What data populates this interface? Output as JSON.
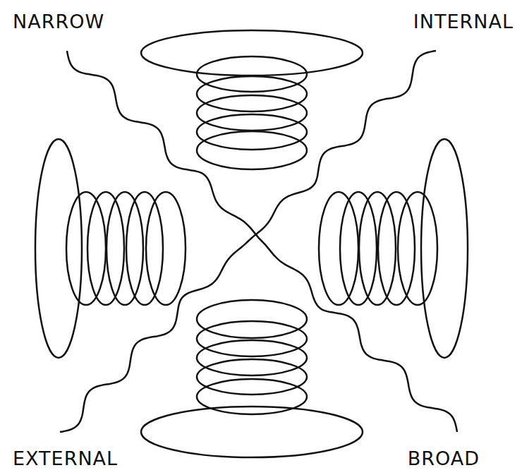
{
  "diagram": {
    "labels": [
      "NARROW",
      "INTERNAL",
      "EXTERNAL",
      "BROAD"
    ]
  }
}
